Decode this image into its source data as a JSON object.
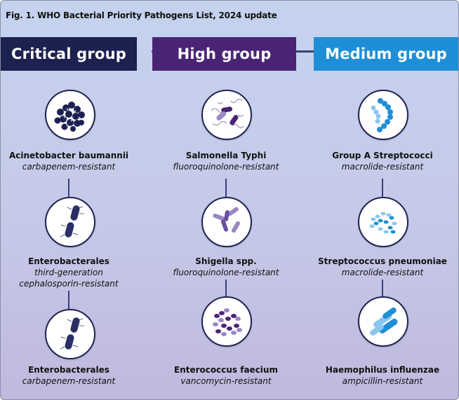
{
  "figure": {
    "title": "Fig. 1. WHO Bacterial Priority Pathogens List, 2024 update"
  },
  "colors": {
    "critical": "#1d2150",
    "high": "#4a2474",
    "medium": "#1e8fd6",
    "connector": "#3b3f7a"
  },
  "groups": [
    {
      "label": "Critical group",
      "pathogens": [
        {
          "name": "Acinetobacter baumannii",
          "resistance": [
            "carbapenem-resistant"
          ],
          "icon": "acinetobacter-icon"
        },
        {
          "name": "Enterobacterales",
          "resistance": [
            "third-generation",
            "cephalosporin-resistant"
          ],
          "icon": "enterobacterales-icon"
        },
        {
          "name": "Enterobacterales",
          "resistance": [
            "carbapenem-resistant"
          ],
          "icon": "enterobacterales-icon"
        }
      ]
    },
    {
      "label": "High group",
      "pathogens": [
        {
          "name": "Salmonella Typhi",
          "resistance": [
            "fluoroquinolone-resistant"
          ],
          "icon": "salmonella-icon"
        },
        {
          "name": "Shigella spp.",
          "resistance": [
            "fluoroquinolone-resistant"
          ],
          "icon": "shigella-icon"
        },
        {
          "name": "Enterococcus faecium",
          "resistance": [
            "vancomycin-resistant"
          ],
          "icon": "enterococcus-icon"
        }
      ]
    },
    {
      "label": "Medium group",
      "pathogens": [
        {
          "name": "Group A Streptococci",
          "resistance": [
            "macrolide-resistant"
          ],
          "icon": "streptococci-chain-icon"
        },
        {
          "name": "Streptococcus pneumoniae",
          "resistance": [
            "macrolide-resistant"
          ],
          "icon": "pneumococcus-icon"
        },
        {
          "name": "Haemophilus influenzae",
          "resistance": [
            "ampicillin-resistant"
          ],
          "icon": "haemophilus-icon"
        }
      ]
    }
  ]
}
